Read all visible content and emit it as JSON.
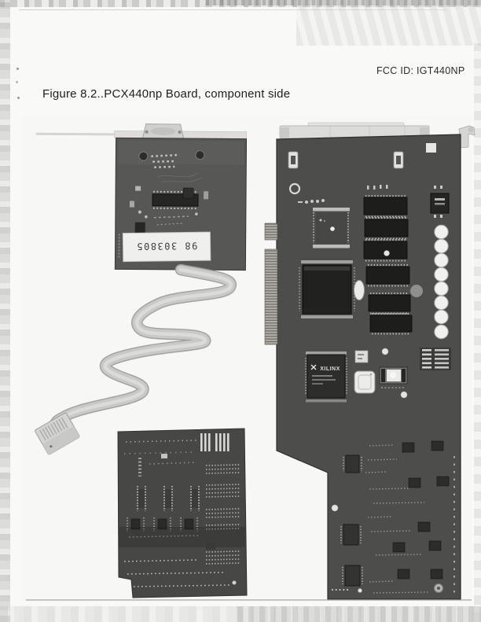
{
  "document": {
    "fcc_id": "FCC ID: IGT440NP",
    "figure_caption": "Figure 8.2..PCX440np Board, component side"
  },
  "photo": {
    "serial_sticker_text": "98 303805",
    "fpga_brand_text": "XILINX",
    "colors": {
      "page_background": "#f7f7f5",
      "daughter_board": "#575755",
      "bottom_board": "#474745",
      "main_board": "#4d4d4b",
      "ribbon_cable": "#c9c9c7",
      "metal_bracket": "#dbdbd9",
      "sticker_white": "#efefed"
    }
  }
}
